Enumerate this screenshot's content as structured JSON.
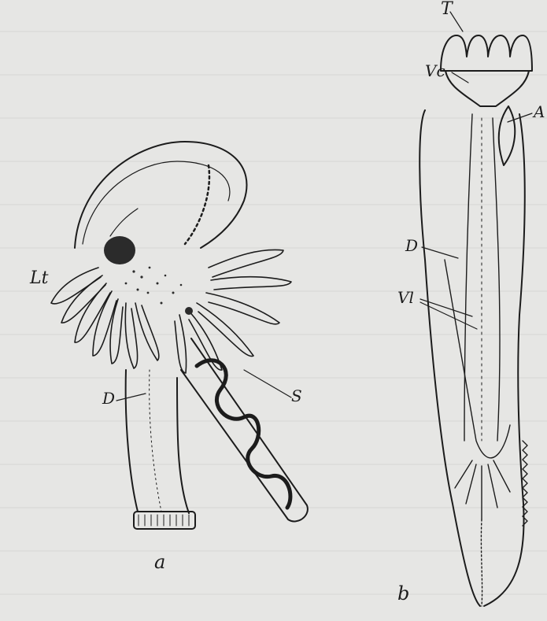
{
  "figure": {
    "colors": {
      "paper": "#e6e6e4",
      "ink": "#1c1c1c",
      "bleed": "#bdbdba"
    },
    "specimen_a": {
      "panel_label": "a",
      "labels": {
        "lophophore_tentacles": "Lt",
        "duct": "D",
        "stomach": "S"
      }
    },
    "specimen_b": {
      "panel_label": "b",
      "labels": {
        "tentacles": "T",
        "vestibule": "Vc",
        "anus": "A",
        "duct": "D",
        "vessel": "Vl"
      }
    }
  }
}
